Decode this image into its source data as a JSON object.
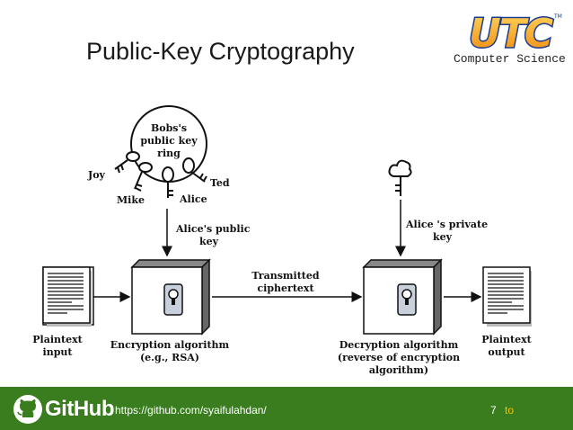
{
  "slide": {
    "title": "Public-Key Cryptography",
    "logo": {
      "letters": "UTC",
      "subtitle": "Computer Science",
      "tm": "TM"
    }
  },
  "diagram": {
    "key_ring": {
      "line1": "Bobs's",
      "line2": "public key",
      "line3": "ring"
    },
    "key_names": {
      "joy": "Joy",
      "mike": "Mike",
      "alice": "Alice",
      "ted": "Ted"
    },
    "public_key_label": {
      "line1": "Alice's public",
      "line2": "key"
    },
    "private_key_label": {
      "line1": "Alice 's private",
      "line2": "key"
    },
    "transmitted": {
      "line1": "Transmitted",
      "line2": "ciphertext"
    },
    "plaintext_input": {
      "line1": "Plaintext",
      "line2": "input"
    },
    "encryption": {
      "line1": "Encryption algorithm",
      "line2": "(e.g., RSA)"
    },
    "decryption": {
      "line1": "Decryption algorithm",
      "line2": "(reverse of encryption",
      "line3": "algorithm)"
    },
    "plaintext_output": {
      "line1": "Plaintext",
      "line2": "output"
    }
  },
  "footer": {
    "brand": "GitHub",
    "url": "https://github.com/syaifulahdan/",
    "page": "7",
    "to": "to"
  },
  "colors": {
    "footer_bg": "#3a7d1f",
    "logo_orange": "#f29a1f",
    "logo_blue": "#1a3d8f",
    "to_accent": "#f2c300"
  }
}
